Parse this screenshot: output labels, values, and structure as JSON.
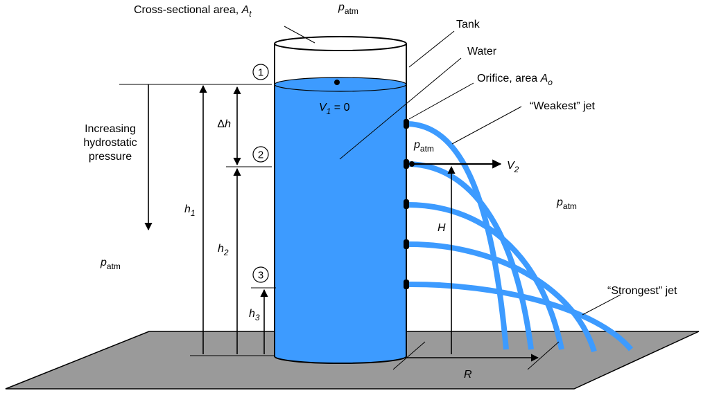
{
  "labels": {
    "cross_section": "Cross-sectional area, ",
    "cross_section_sym": "A",
    "cross_section_sub": "t",
    "patm_sym": "p",
    "patm_sub": "atm",
    "tank": "Tank",
    "water": "Water",
    "orifice": "Orifice, area ",
    "orifice_sym": "A",
    "orifice_sub": "o",
    "weakest_jet": "“Weakest” jet",
    "strongest_jet": "“Strongest” jet",
    "increasing_line1": "Increasing",
    "increasing_line2": "hydrostatic",
    "increasing_line3": "pressure",
    "v1_sym": "V",
    "v1_sub": "1",
    "v1_eq": " = 0",
    "v2_sym": "V",
    "v2_sub": "2",
    "delta_h_delta": "Δ",
    "delta_h_sym": "h",
    "h1_sym": "h",
    "h1_sub": "1",
    "h2_sym": "h",
    "h2_sub": "2",
    "h3_sym": "h",
    "h3_sub": "3",
    "H": "H",
    "R": "R",
    "station1": "1",
    "station2": "2",
    "station3": "3"
  },
  "colors": {
    "water": "#3d9bff",
    "jet": "#3d9bff",
    "ground": "#9a9a9a",
    "outline": "#000000"
  }
}
